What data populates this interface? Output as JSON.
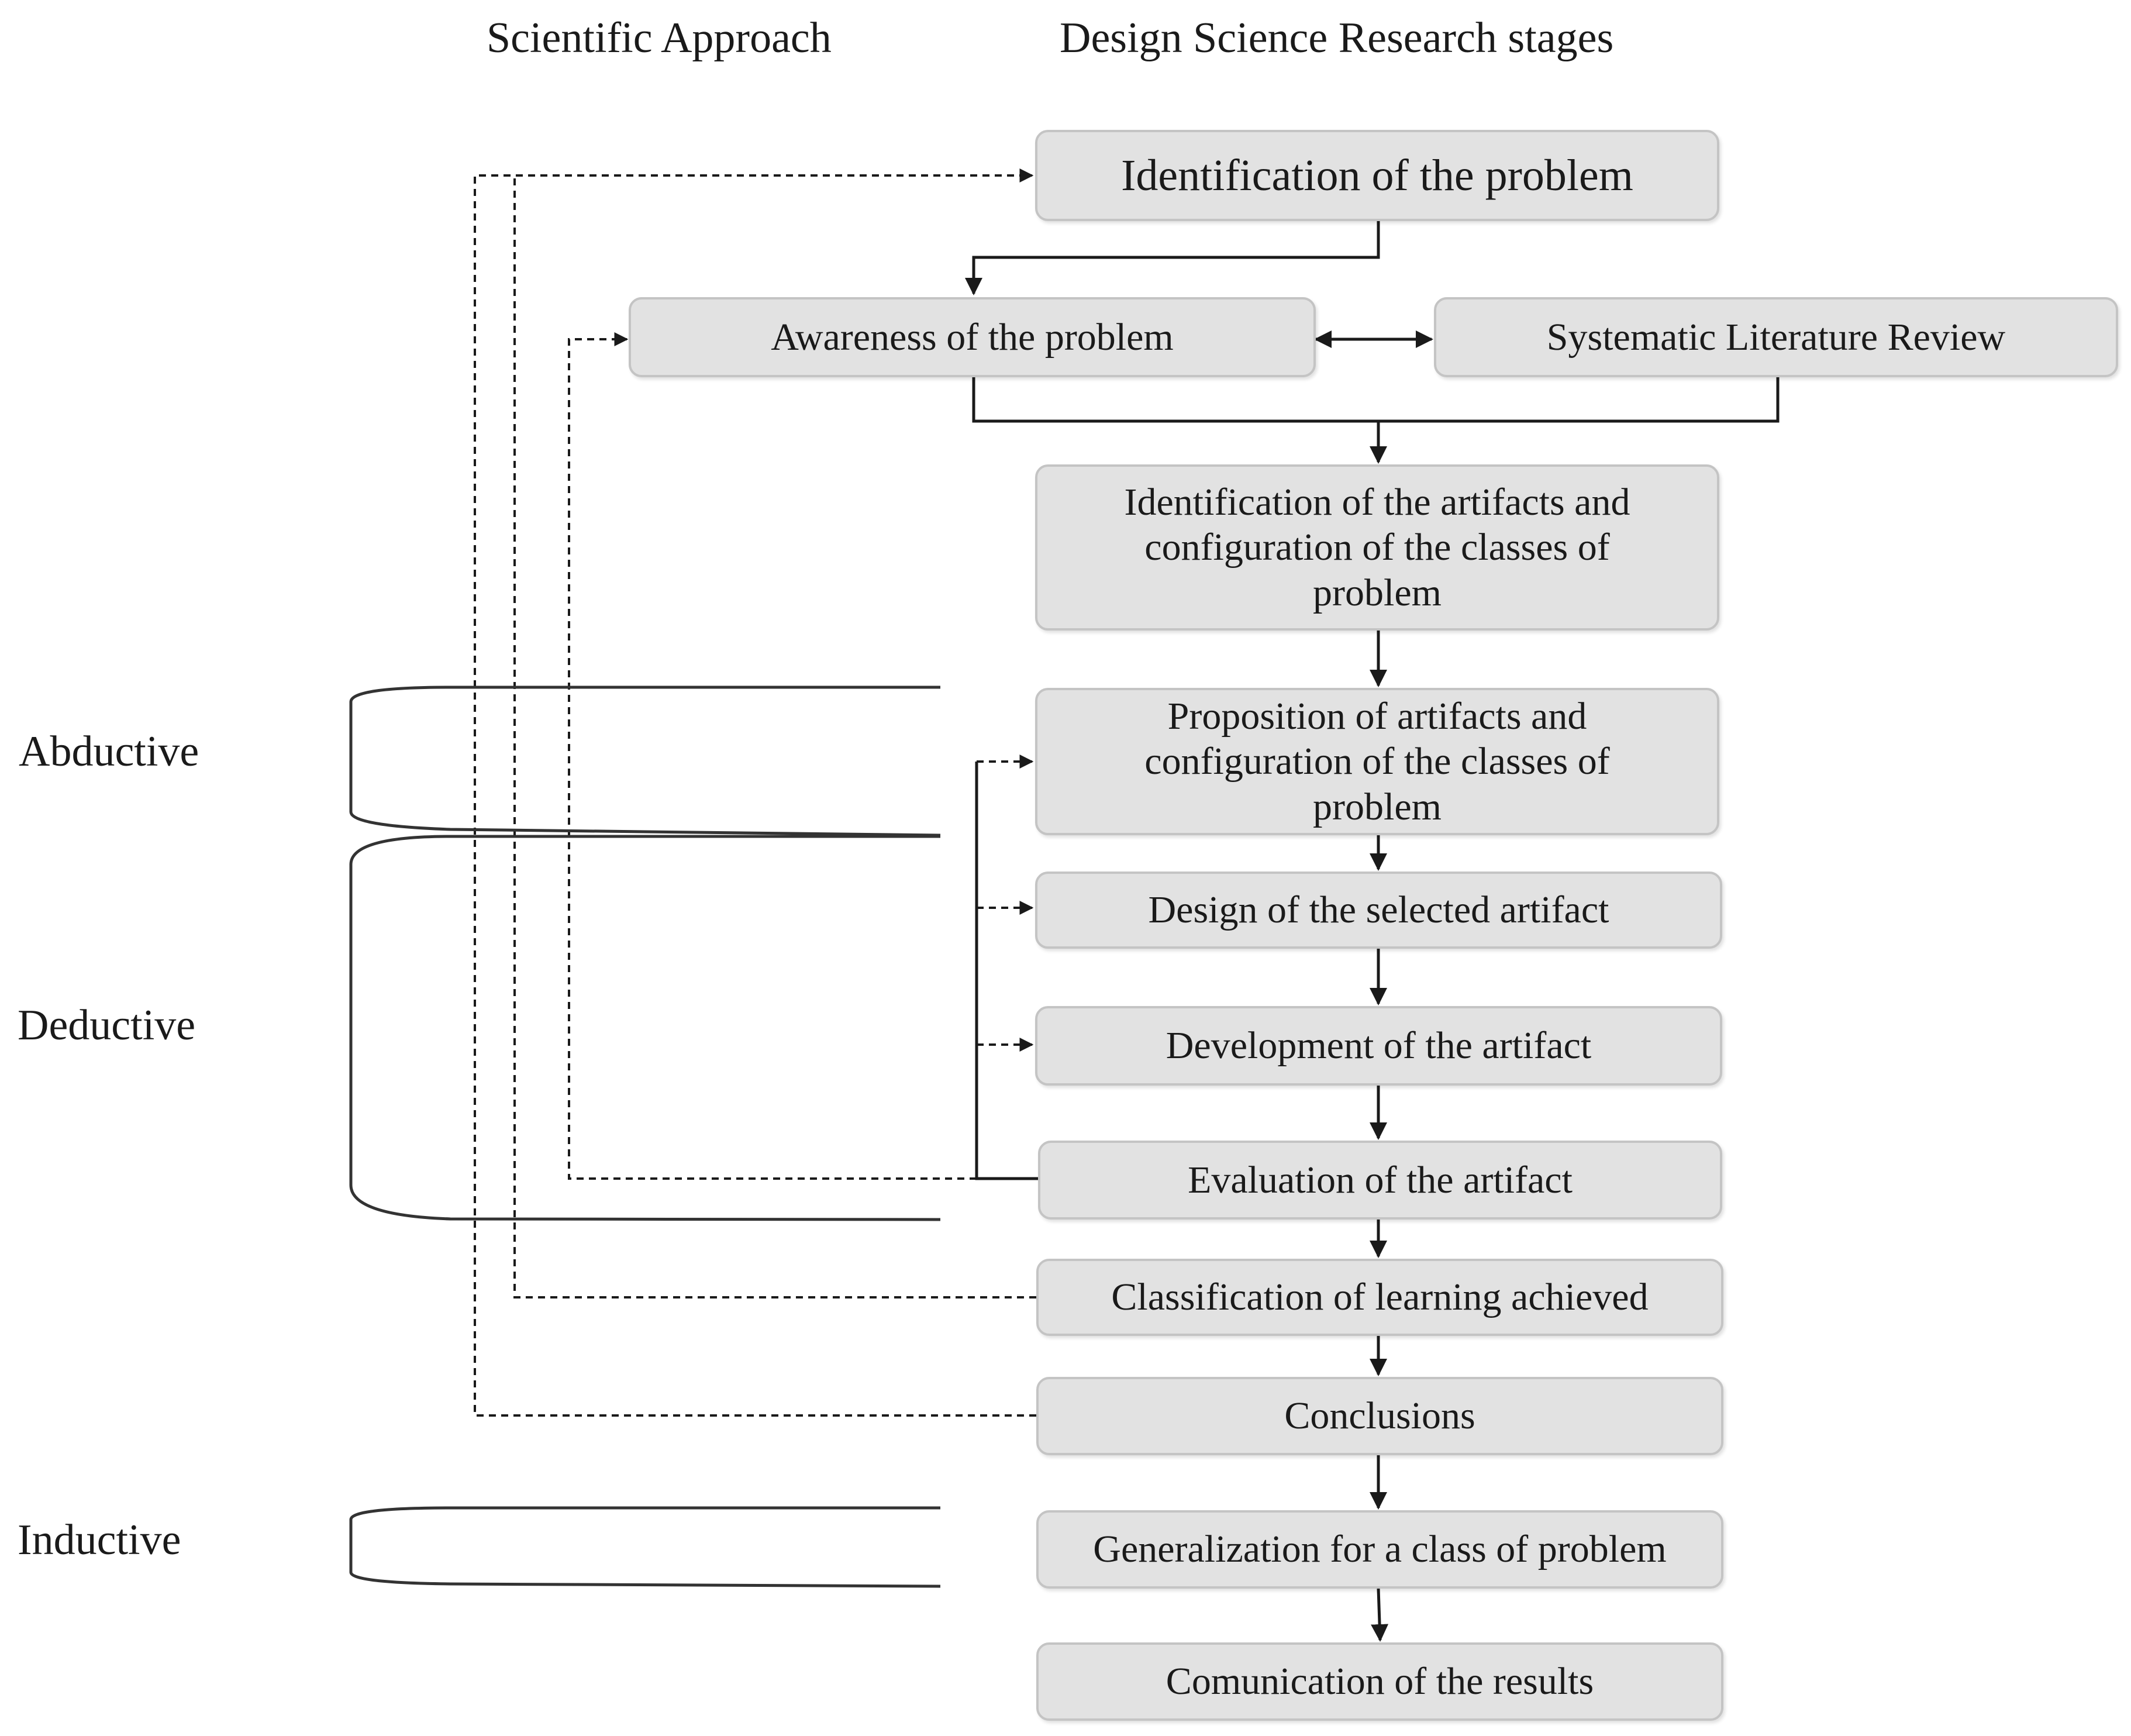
{
  "headers": {
    "scientific_approach": "Scientific Approach",
    "dsr_stages": "Design Science Research stages"
  },
  "approaches": {
    "abductive": "Abductive",
    "deductive": "Deductive",
    "inductive": "Inductive"
  },
  "stages": {
    "identification_problem": "Identification of the problem",
    "awareness": "Awareness of the problem",
    "slr": "Systematic Literature Review",
    "identification_artifacts": "Identification of the artifacts and configuration of the classes of problem",
    "proposition": "Proposition of artifacts and configuration of the classes of problem",
    "design": "Design of the selected artifact",
    "development": "Development of the artifact",
    "evaluation": "Evaluation of the artifact",
    "classification": "Classification of learning achieved",
    "conclusions": "Conclusions",
    "generalization": "Generalization for a class of problem",
    "communication": "Comunication of the results"
  },
  "colors": {
    "box_fill": "#e2e2e2",
    "box_border": "#c4c4c4",
    "line": "#1a1a1a",
    "text": "#1a1a1a"
  }
}
